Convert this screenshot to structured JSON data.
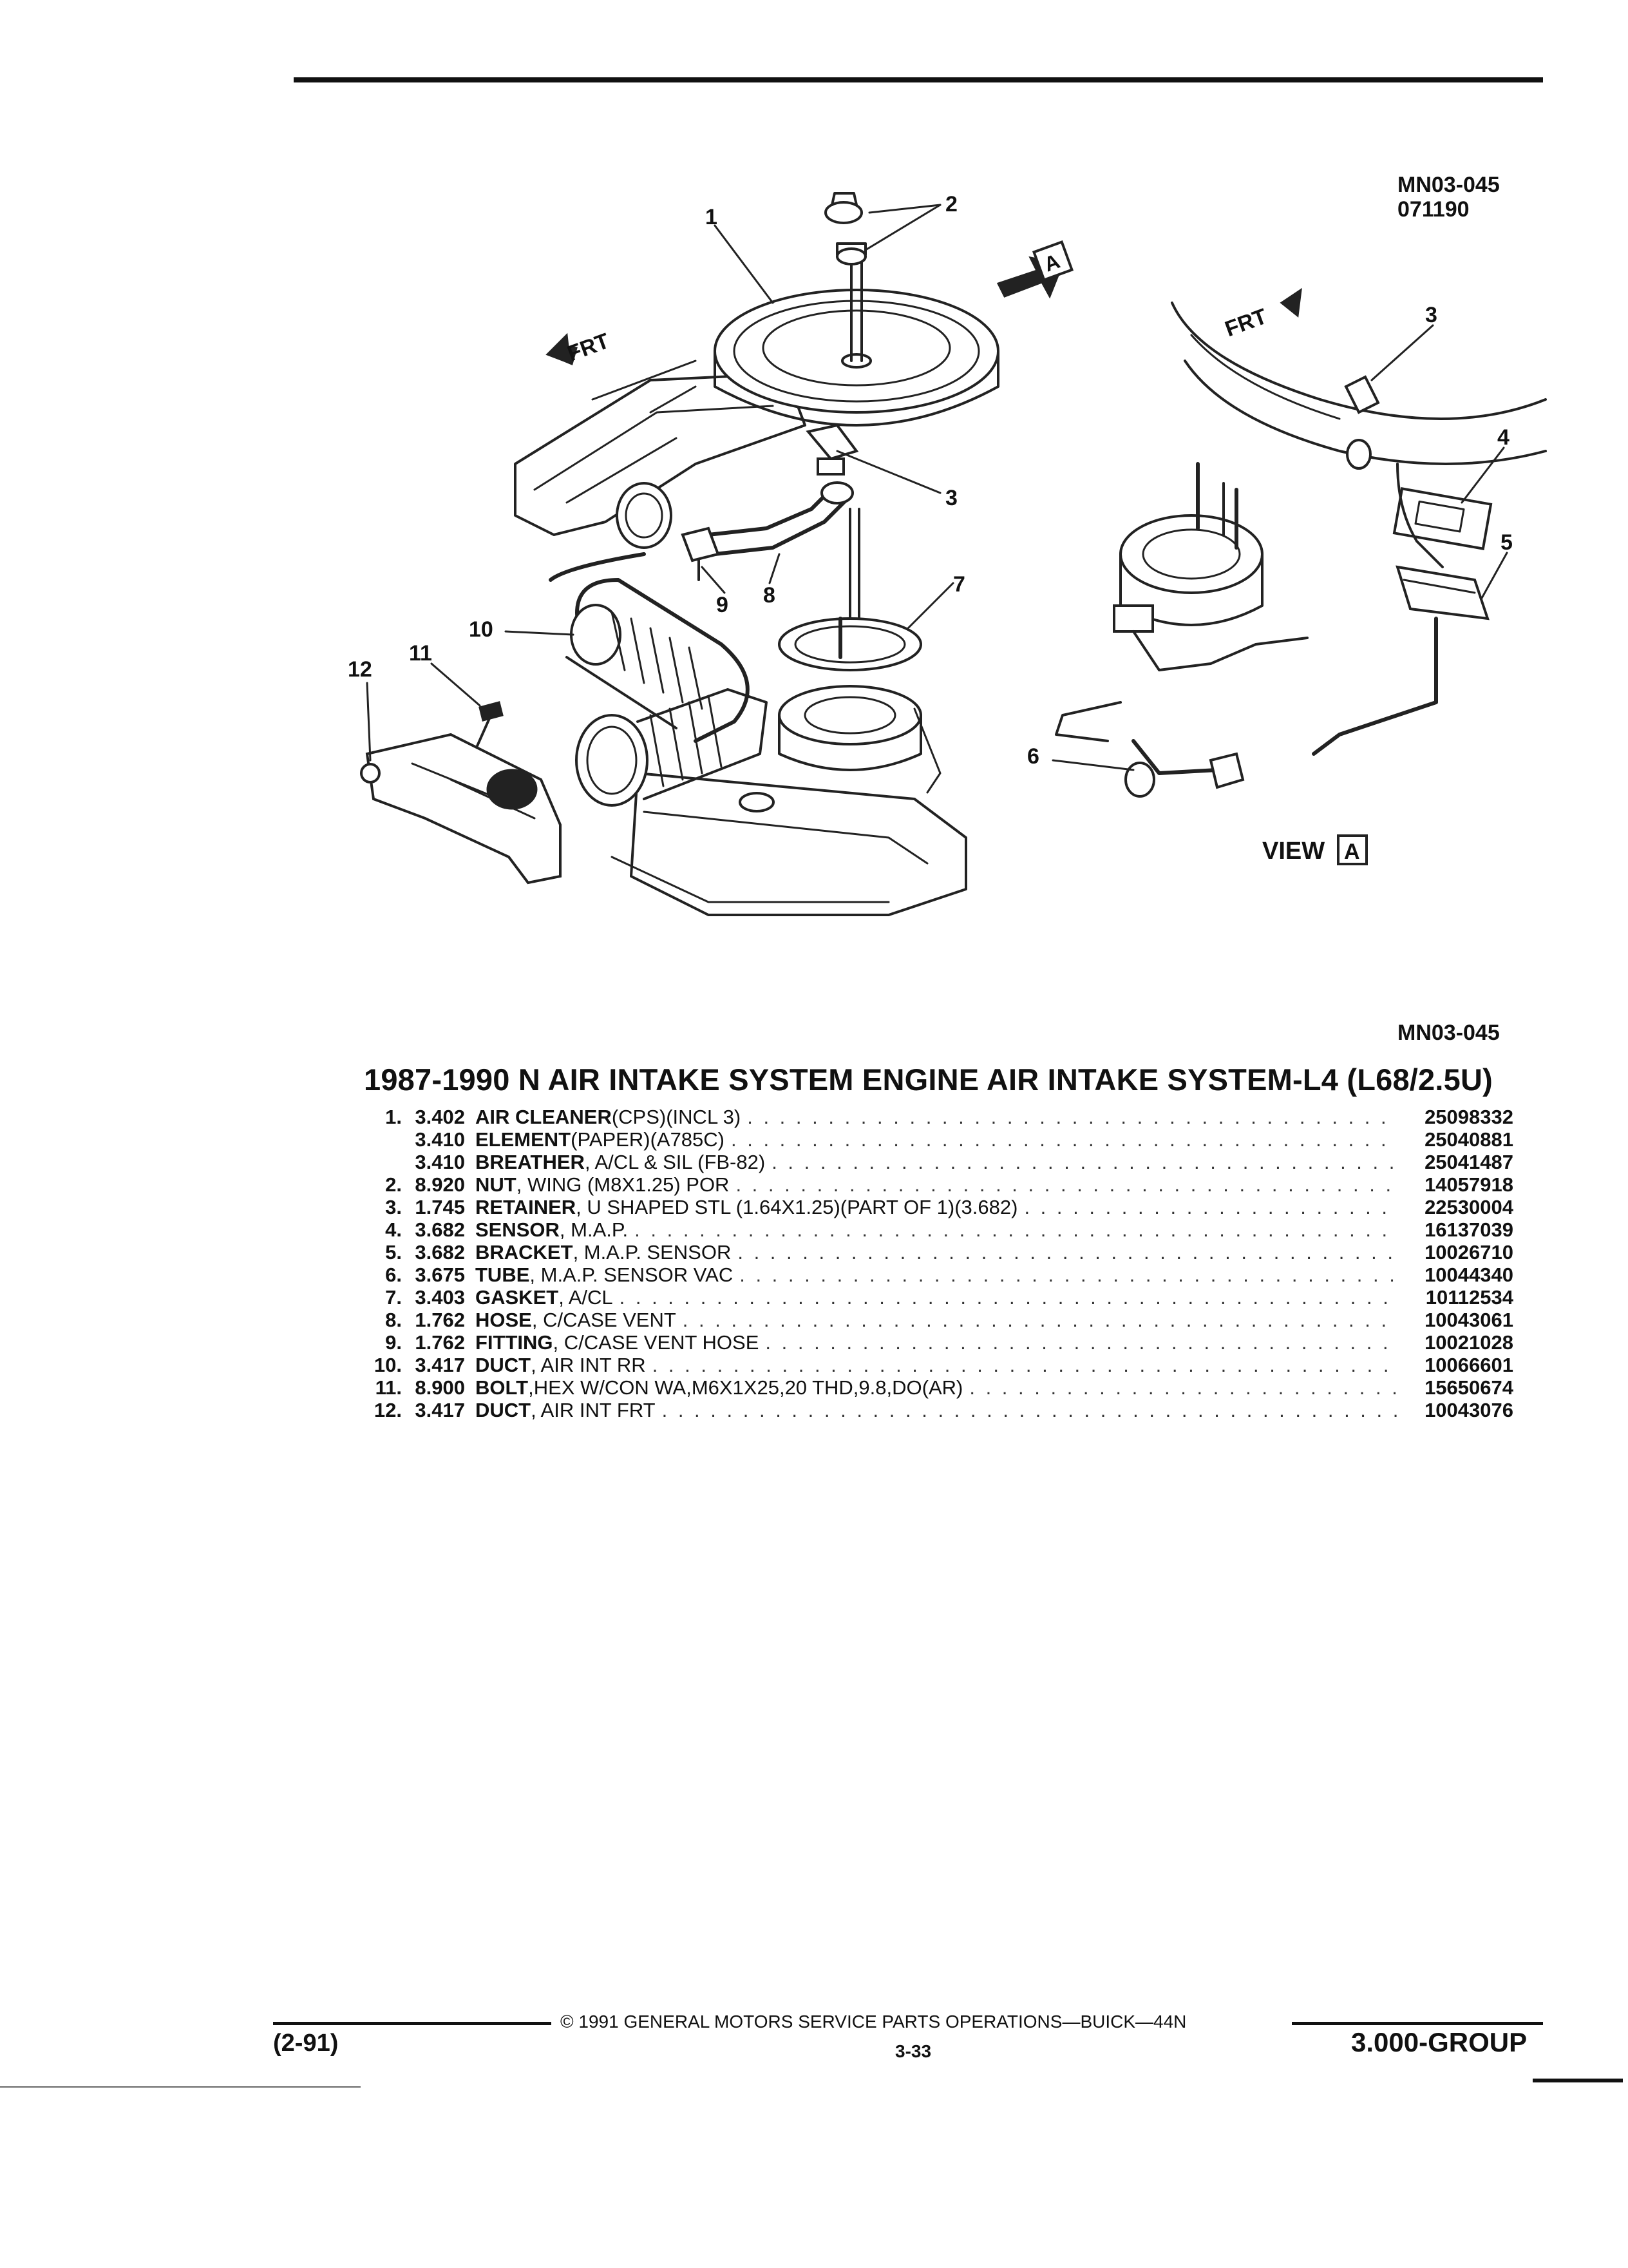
{
  "header": {
    "ref_code": "MN03-045",
    "ref_date": "071190"
  },
  "illustration": {
    "frt_label": "FRT",
    "view_marker": "A",
    "view_label": "VIEW",
    "callouts": [
      "1",
      "2",
      "3",
      "4",
      "5",
      "6",
      "7",
      "8",
      "9",
      "10",
      "11",
      "12"
    ],
    "ref_code_bottom": "MN03-045"
  },
  "section_title": "1987-1990 N AIR INTAKE SYSTEM ENGINE AIR INTAKE SYSTEM-L4 (L68/2.5U)",
  "parts": [
    {
      "item": "1.",
      "group": "3.402",
      "name": "AIR CLEANER",
      "desc": "(CPS)(INCL 3)",
      "part_no": "25098332"
    },
    {
      "item": "",
      "group": "3.410",
      "name": "ELEMENT",
      "desc": "(PAPER)(A785C)",
      "part_no": "25040881"
    },
    {
      "item": "",
      "group": "3.410",
      "name": "BREATHER",
      "desc": ", A/CL & SIL (FB-82)",
      "part_no": "25041487"
    },
    {
      "item": "2.",
      "group": "8.920",
      "name": "NUT",
      "desc": ", WING (M8X1.25) POR",
      "part_no": "14057918"
    },
    {
      "item": "3.",
      "group": "1.745",
      "name": "RETAINER",
      "desc": ", U SHAPED STL (1.64X1.25)(PART OF 1)(3.682)",
      "part_no": "22530004"
    },
    {
      "item": "4.",
      "group": "3.682",
      "name": "SENSOR",
      "desc": ", M.A.P.",
      "part_no": "16137039"
    },
    {
      "item": "5.",
      "group": "3.682",
      "name": "BRACKET",
      "desc": ", M.A.P. SENSOR",
      "part_no": "10026710"
    },
    {
      "item": "6.",
      "group": "3.675",
      "name": "TUBE",
      "desc": ", M.A.P. SENSOR VAC",
      "part_no": "10044340"
    },
    {
      "item": "7.",
      "group": "3.403",
      "name": "GASKET",
      "desc": ", A/CL",
      "part_no": "10112534"
    },
    {
      "item": "8.",
      "group": "1.762",
      "name": "HOSE",
      "desc": ", C/CASE VENT",
      "part_no": "10043061"
    },
    {
      "item": "9.",
      "group": "1.762",
      "name": "FITTING",
      "desc": ", C/CASE VENT HOSE",
      "part_no": "10021028"
    },
    {
      "item": "10.",
      "group": "3.417",
      "name": "DUCT",
      "desc": ", AIR INT RR",
      "part_no": "10066601"
    },
    {
      "item": "11.",
      "group": "8.900",
      "name": "BOLT",
      "desc": ",HEX W/CON WA,M6X1X25,20 THD,9.8,DO(AR)",
      "part_no": "15650674"
    },
    {
      "item": "12.",
      "group": "3.417",
      "name": "DUCT",
      "desc": ", AIR INT FRT",
      "part_no": "10043076"
    }
  ],
  "footer": {
    "copyright": "© 1991 GENERAL MOTORS SERVICE PARTS OPERATIONS—BUICK—44N",
    "revision": "(2-91)",
    "page": "3-33",
    "group": "3.000-GROUP"
  }
}
